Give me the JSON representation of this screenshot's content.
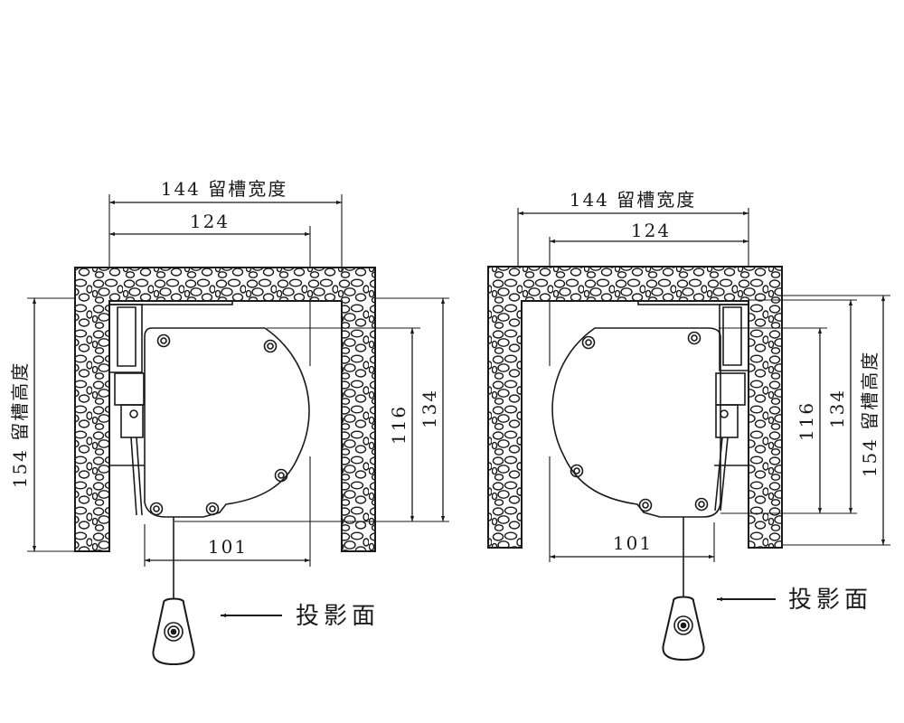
{
  "colors": {
    "ink": "#1a1a1a",
    "paper": "#ffffff"
  },
  "left_view": {
    "slot_width": "144 留槽宽度",
    "inner_width": "124",
    "slot_height": "154 留槽高度",
    "height_134": "134",
    "height_116": "116",
    "bottom_width": "101",
    "projection_label": "投影面"
  },
  "right_view": {
    "slot_width": "144 留槽宽度",
    "inner_width": "124",
    "slot_height": "154 留槽高度",
    "height_134": "134",
    "height_116": "116",
    "bottom_width": "101",
    "projection_label": "投影面"
  }
}
